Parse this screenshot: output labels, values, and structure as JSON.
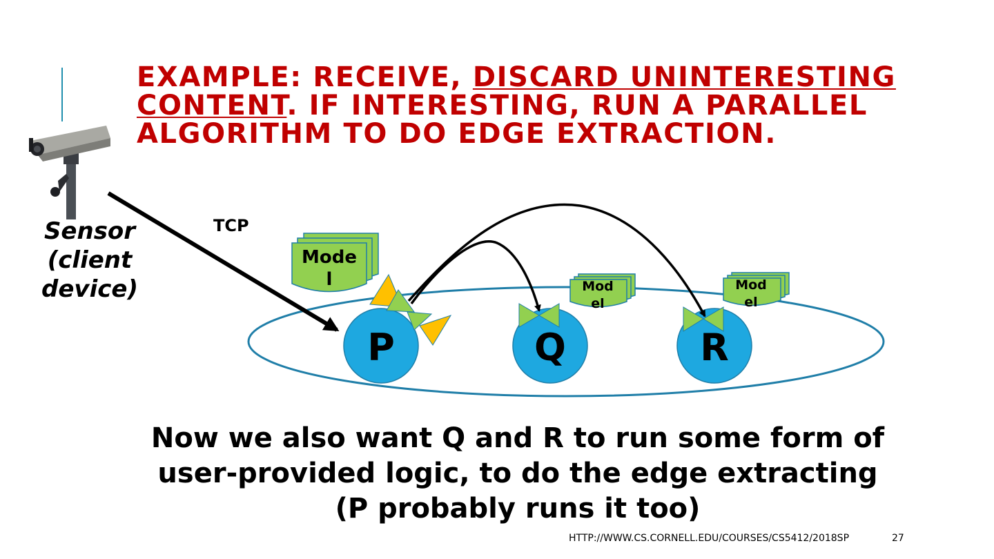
{
  "slide": {
    "title_part1": "Example: receive, ",
    "title_underlined1": "discard uninteresting content",
    "title_part2": ".  If interesting, run a parallel algorithm to do edge extraction.",
    "sensor_label_line1": "Sensor",
    "sensor_label_line2": "(client",
    "sensor_label_line3": "device)",
    "tcp_label": "TCP",
    "nodes": {
      "p": "P",
      "q": "Q",
      "r": "R"
    },
    "model_p_line1": "Mode",
    "model_p_line2": "l",
    "model_q_line1": "Mod",
    "model_q_line2": "el",
    "model_r_line1": "Mod",
    "model_r_line2": "el",
    "body_line1": "Now we also want Q and R to run some form of",
    "body_line2": "user-provided logic, to do the edge extracting",
    "body_line3": "(P probably runs it too)",
    "footer_url": "HTTP://WWW.CS.CORNELL.EDU/COURSES/CS5412/2018SP",
    "page_number": "27"
  },
  "colors": {
    "title": "#c00000",
    "node_fill": "#1ea8e0",
    "ring": "#1f7ea8",
    "model_fill": "#92d050",
    "triangle_orange": "#ffc000",
    "triangle_green": "#92d050"
  },
  "icons": [
    "security-camera-icon"
  ]
}
